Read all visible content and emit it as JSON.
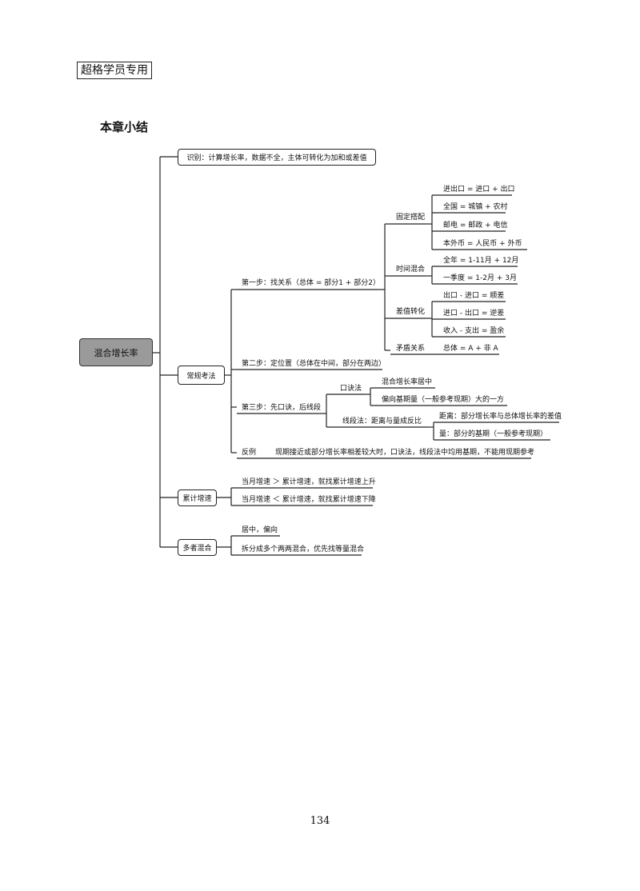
{
  "header_stamp": "超格学员专用",
  "section_title": "本章小结",
  "page_number": "134",
  "mindmap": {
    "root": "混合增长率",
    "identify": "识别：计算增长率，数据不全，主体可转化为加和或差值",
    "regular": {
      "label": "常规考法",
      "step1": {
        "label": "第一步：找关系（总体 = 部分1 + 部分2）",
        "fixed": {
          "label": "固定搭配",
          "items": [
            "进出口 = 进口 + 出口",
            "全国 = 城镇 + 农村",
            "邮电 = 邮政 + 电信",
            "本外币 = 人民币 + 外币"
          ]
        },
        "time": {
          "label": "时间混合",
          "items": [
            "全年 = 1-11月 + 12月",
            "一季度 = 1-2月 + 3月"
          ]
        },
        "diff": {
          "label": "差值转化",
          "items": [
            "出口 - 进口 = 顺差",
            "进口 - 出口 = 逆差",
            "收入 - 支出 = 盈余"
          ]
        },
        "contra": {
          "label": "矛盾关系",
          "value": "总体 = A + 非 A"
        }
      },
      "step2": "第二步：定位置（总体在中间，部分在两边）",
      "step3": {
        "label": "第三步：先口诀，后线段",
        "formula": {
          "label": "口诀法",
          "items": [
            "混合增长率居中",
            "偏向基期量（一般参考现期）大的一方"
          ]
        },
        "segment": {
          "label": "线段法：距离与量成反比",
          "items": [
            "距离：部分增长率与总体增长率的差值",
            "量：部分的基期（一般参考现期）"
          ]
        }
      },
      "exception": {
        "label": "反例",
        "text": "现期接近或部分增长率相差较大时，口诀法，线段法中均用基期，不能用现期参考"
      }
    },
    "cumulative": {
      "label": "累计增速",
      "items": [
        "当月增速 ＞ 累计增速，就找累计增速上升",
        "当月增速 ＜ 累计增速，就找累计增速下降"
      ]
    },
    "multi": {
      "label": "多者混合",
      "items": [
        "居中，偏向",
        "拆分成多个两两混合，优先找等量混合"
      ]
    }
  }
}
